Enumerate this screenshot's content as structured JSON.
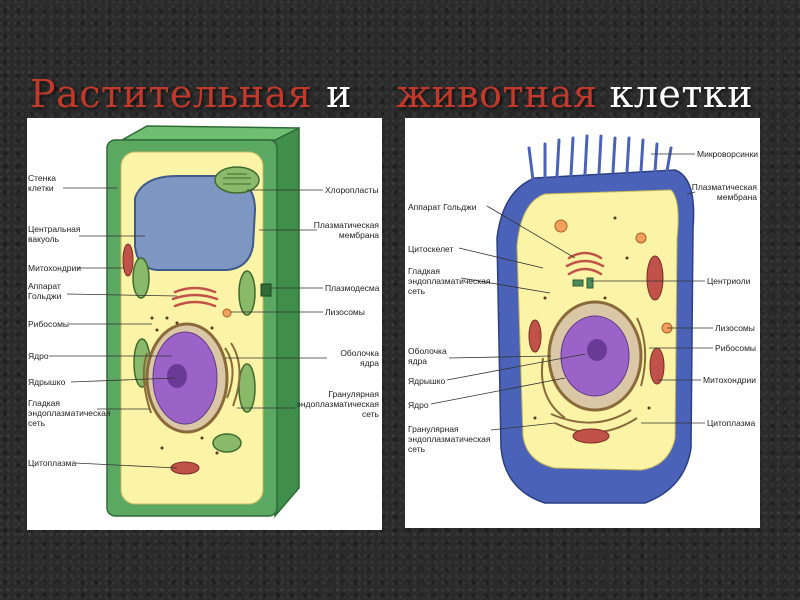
{
  "title": {
    "word1": "Растительная",
    "word2": "и",
    "word3": "животная",
    "word4": "клетки",
    "color_accent": "#c0392b",
    "color_text": "#ffffff"
  },
  "plant_cell": {
    "labels_left": [
      "Стенка\nклетки",
      "Центральная\nвакуоль",
      "Митохондрии",
      "Аппарат\nГольджи",
      "Рибосомы",
      "Ядро",
      "Ядрышко",
      "Гладкая\nэндоплазматическая\nсеть",
      "Цитоплазма"
    ],
    "labels_right": [
      "Хлоропласты",
      "Плазматическая\nмембрана",
      "Плазмодесма",
      "Лизосомы",
      "Оболочка\nядра",
      "Гранулярная\nэндоплазматическая\nсеть"
    ]
  },
  "animal_cell": {
    "labels_left": [
      "Аппарат Гольджи",
      "Цитоскелет",
      "Гладкая\nэндоплазматическая\nсеть",
      "Оболочка\nядра",
      "Ядрышко",
      "Ядро",
      "Гранулярная\nэндоплазматическая\nсеть"
    ],
    "labels_right": [
      "Микроворсинки",
      "Плазматическая\nмембрана",
      "Центриоли",
      "Лизосомы",
      "Рибосомы",
      "Митохондрии",
      "Цитоплазма"
    ]
  },
  "colors": {
    "cell_wall": "#5aa861",
    "cytoplasm": "#fbf3a6",
    "vacuole": "#7e97c2",
    "chloroplast": "#8ab96a",
    "nucleus": "#9b63c8",
    "animal_membrane": "#4a63b8",
    "mitochondria": "#c0524a"
  }
}
